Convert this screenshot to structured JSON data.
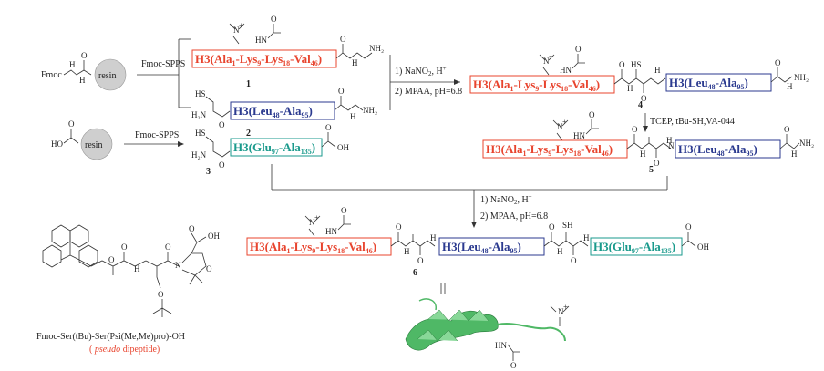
{
  "reagents": {
    "fmoc_start": "Fmoc",
    "resin": "resin",
    "spps1": "Fmoc-SPPS",
    "spps2": "Fmoc-SPPS",
    "step1a": "1) NaNO",
    "step1a_sub": "2",
    "step1a_tail": ", H",
    "step1a_sup": "+",
    "step1b": "2) MPAA, pH=6.8",
    "step2": "TCEP, tBu-SH,VA-044",
    "step3a": "1) NaNO",
    "step3a_sub": "2",
    "step3a_tail": ", H",
    "step3a_sup": "+",
    "step3b": "2) MPAA, pH=6.8"
  },
  "compounds": {
    "c1": "1",
    "c2": "2",
    "c3": "3",
    "c4": "4",
    "c5": "5",
    "c6": "6"
  },
  "segments": {
    "h3": "H3(",
    "ala": "Ala",
    "one": "1",
    "lys": "-Lys",
    "nine": "9",
    "eighteen": "18",
    "val": "-Val",
    "fortysix": "46",
    "leu": "Leu",
    "fortyeight": "48",
    "ala95": "-Ala",
    "ninetyfive": "95",
    "glu": "Glu",
    "ninetyseven": "97",
    "ala135": "-Ala",
    "onethirtyfive": "135",
    "close": ")"
  },
  "atoms": {
    "oh": "OH",
    "ho": "HO",
    "hs": "HS",
    "sh": "SH",
    "h2n": "H₂N",
    "nh2": "NH₂",
    "n": "N",
    "h": "H",
    "hn": "HN",
    "nplus": "N",
    "plus": "+",
    "o": "O"
  },
  "dipeptide": {
    "name": "Fmoc-Ser(tBu)-Ser(Psi(Me,Me)pro)-OH",
    "note_open": "( ",
    "note_italic": "pseudo",
    "note_tail": " dipeptide)"
  },
  "colors": {
    "red": "#e8442e",
    "blue": "#2b3a8f",
    "teal": "#1a9a8c",
    "green": "#4fb866"
  }
}
